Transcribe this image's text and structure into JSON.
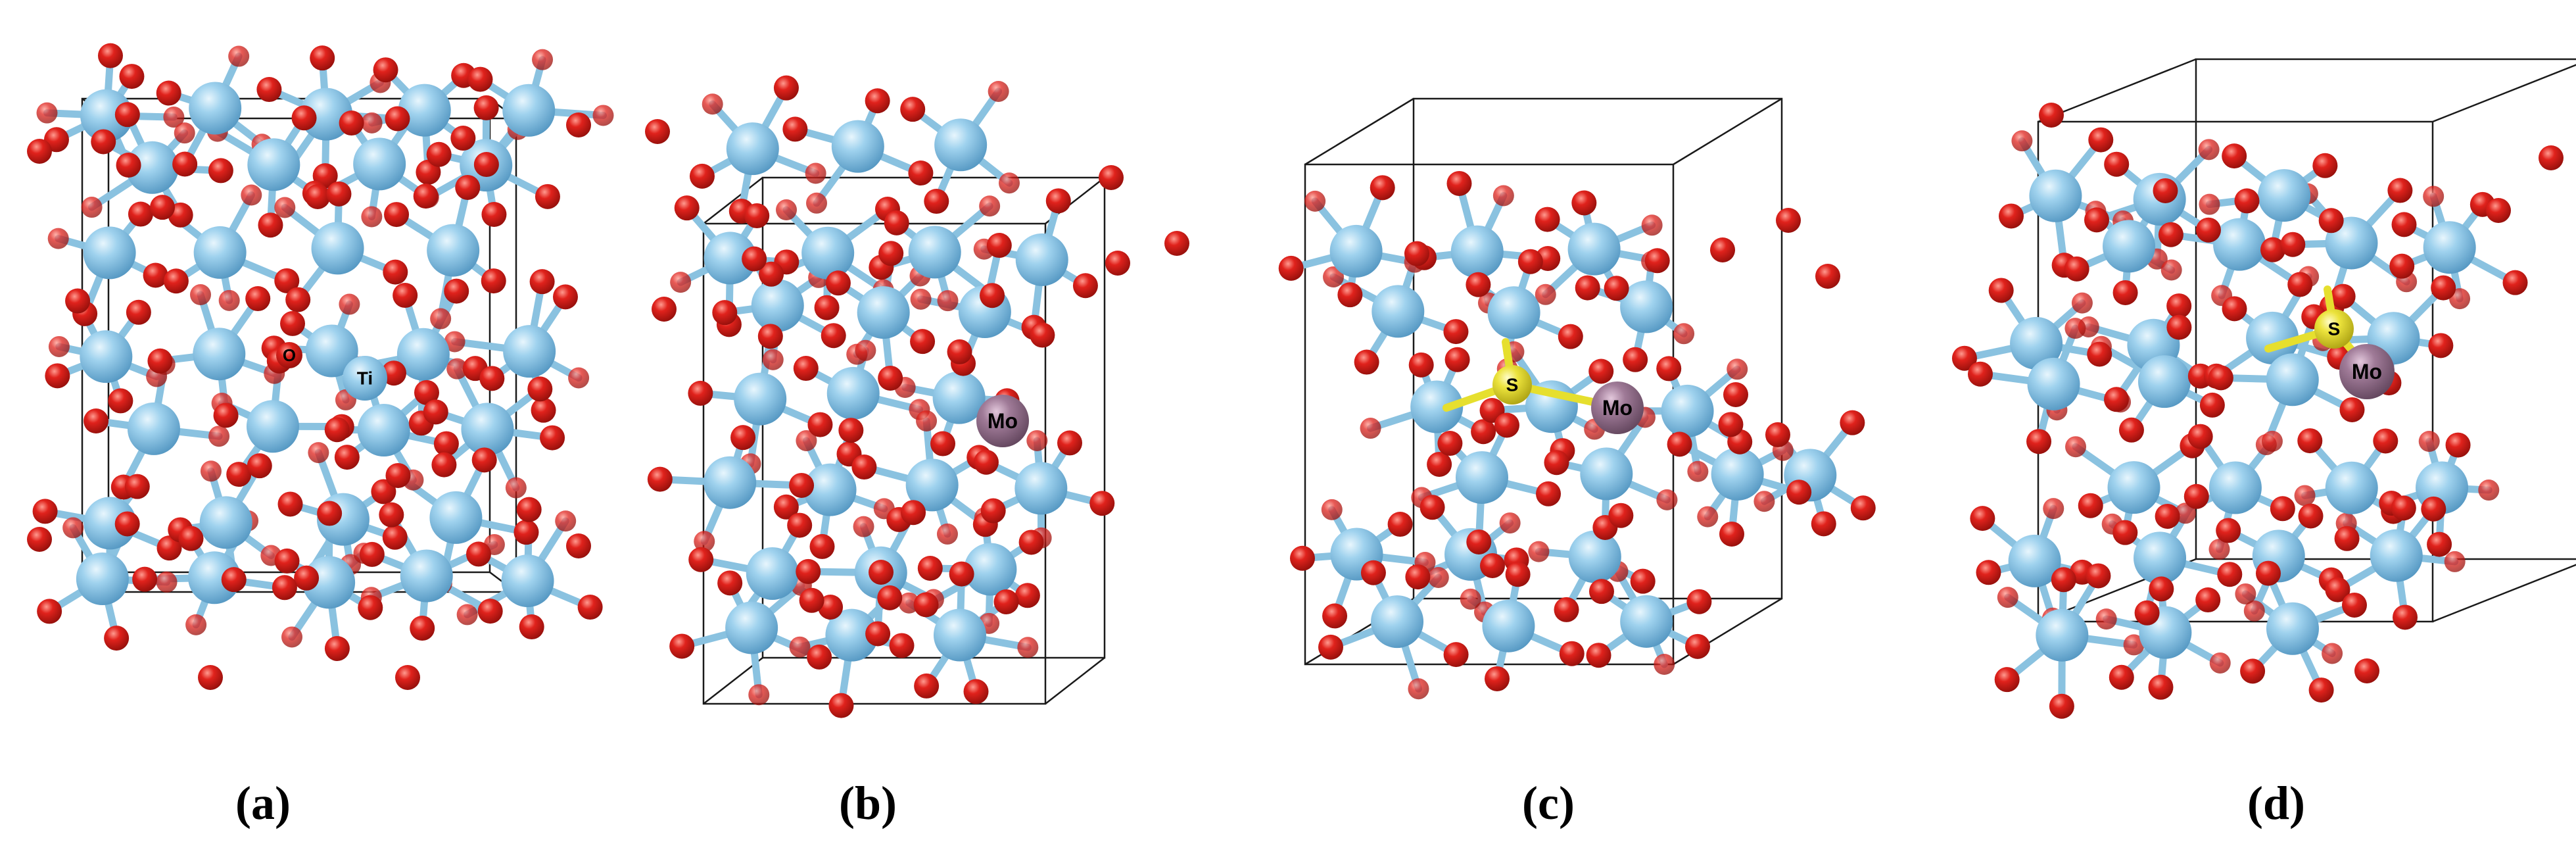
{
  "panels": [
    {
      "id": "a",
      "label": "(a)",
      "atoms": {
        "oxygen": "O",
        "titanium": "Ti"
      }
    },
    {
      "id": "b",
      "label": "(b)",
      "atoms": {
        "molybdenum": "Mo"
      }
    },
    {
      "id": "c",
      "label": "(c)",
      "atoms": {
        "sulfur": "S",
        "molybdenum": "Mo"
      }
    },
    {
      "id": "d",
      "label": "(d)",
      "atoms": {
        "sulfur": "S",
        "molybdenum": "Mo"
      }
    }
  ],
  "colors": {
    "titanium": "#8dc6e6",
    "oxygen": "#e0201c",
    "molybdenum": "#9e7a96",
    "sulfur": "#e8e03a",
    "bond_ti": "#8ac2e0",
    "bond_s": "#e6df2e",
    "cell_edge": "#1a1a1a"
  }
}
